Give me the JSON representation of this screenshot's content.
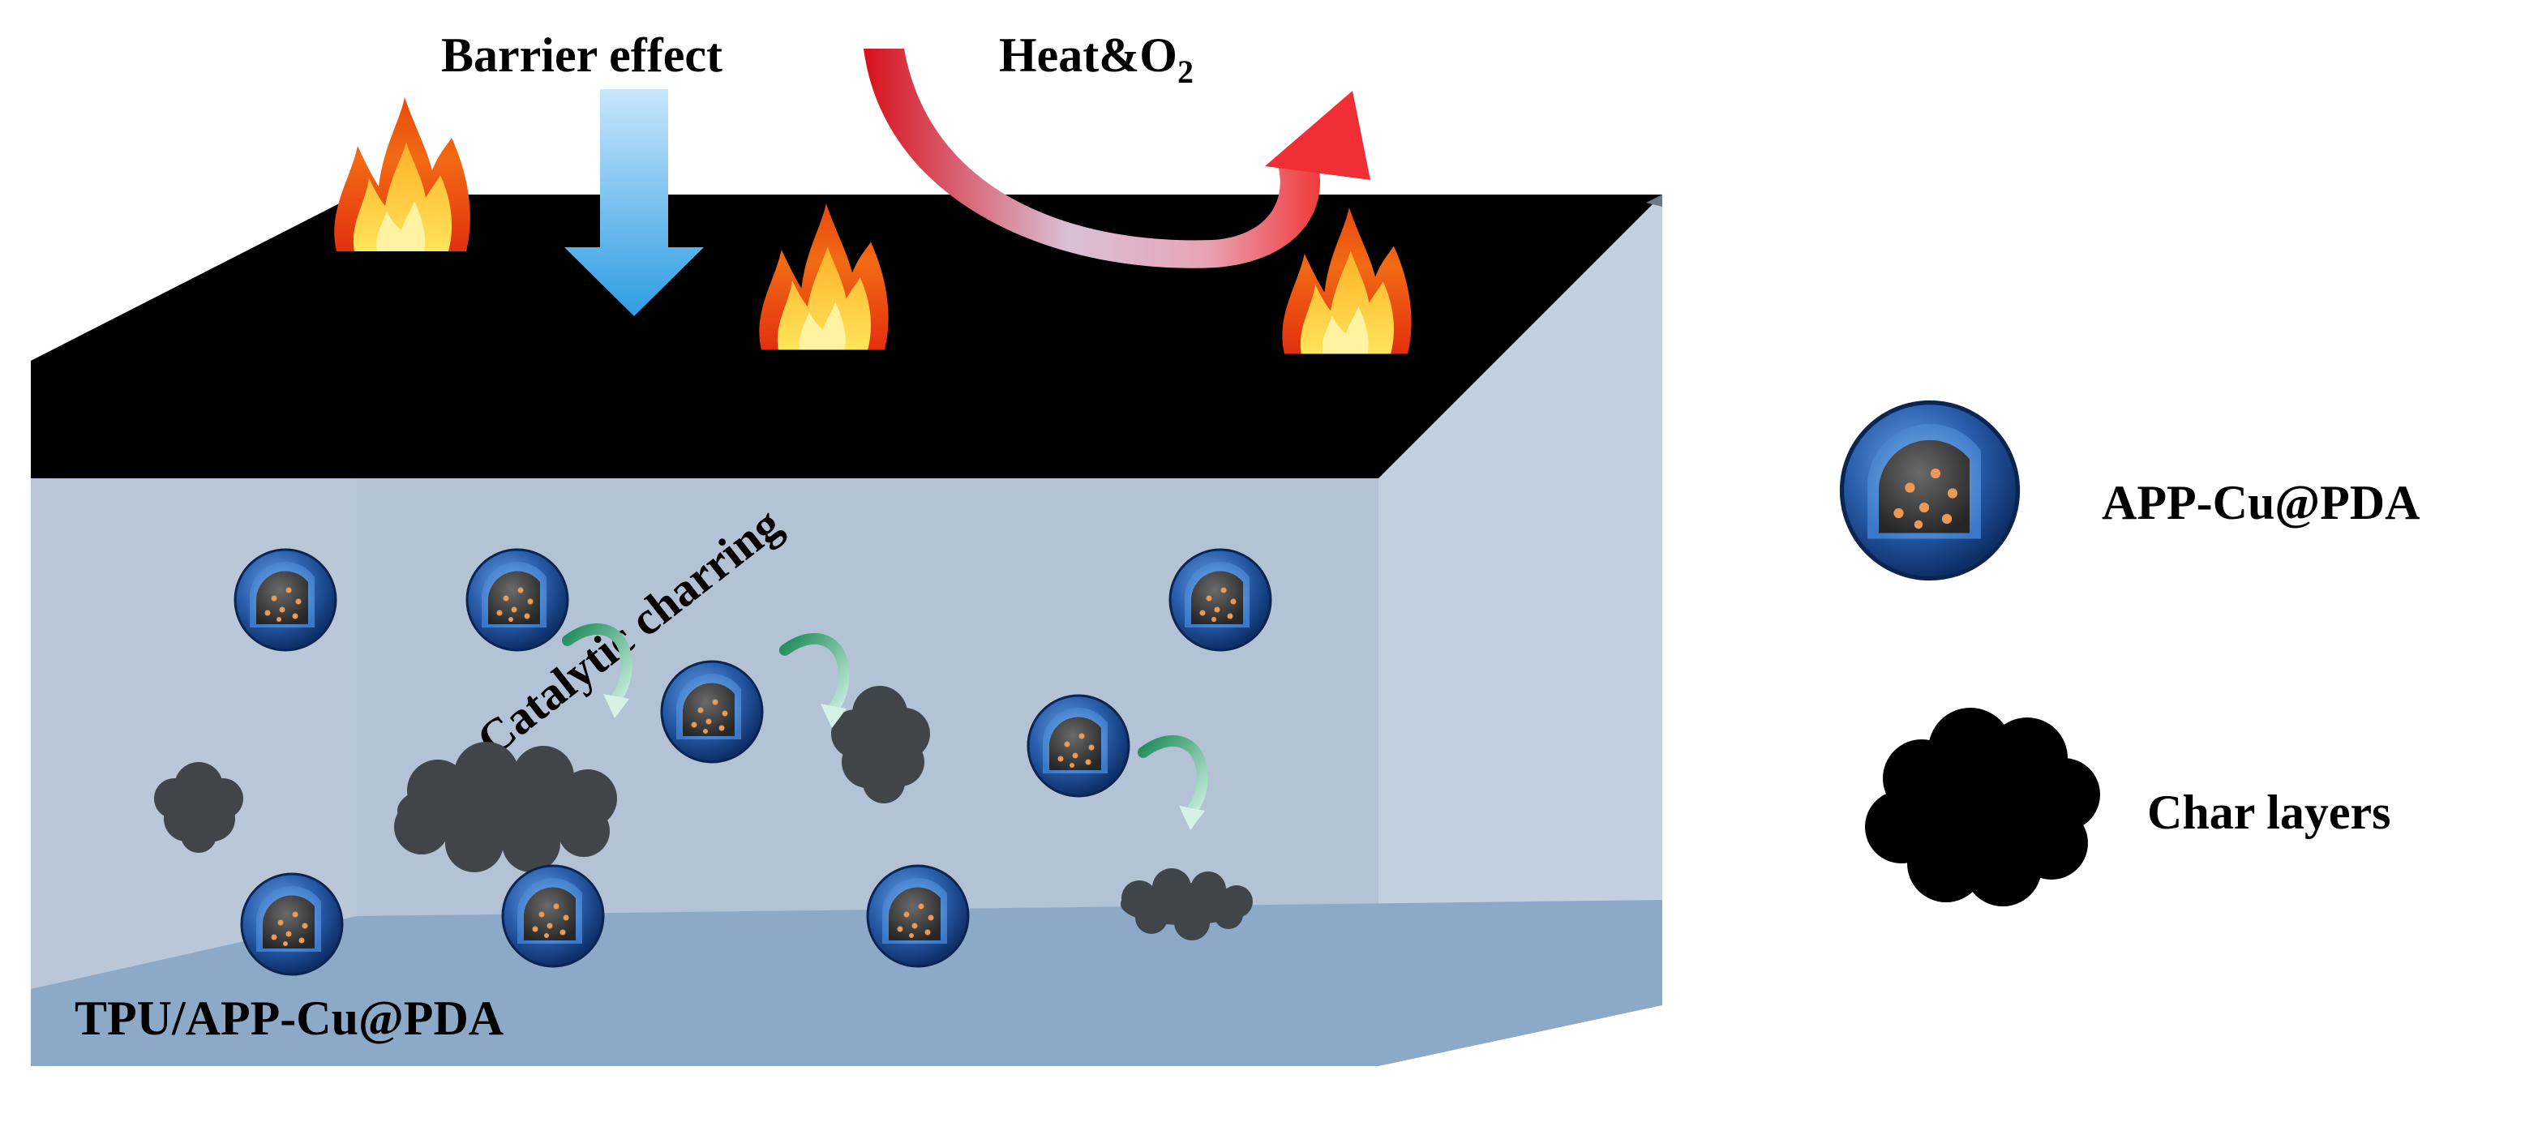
{
  "labels": {
    "barrier_effect": "Barrier effect",
    "heat_o2_main": "Heat&O",
    "heat_o2_sub": "2",
    "catalytic_charring": "Catalytic charring",
    "composite": "TPU/APP-Cu@PDA"
  },
  "legend": {
    "particle_label": "APP-Cu@PDA",
    "char_label": "Char layers"
  },
  "colors": {
    "top_face": "#000000",
    "front_face": "#b3c3d5",
    "front_bottom_band": "#8da9c8",
    "side_face": "#c3d0df",
    "shell_blue": "#1f4f96",
    "core_dark": "#3e3e3e",
    "core_dots": "#e89a56",
    "char_dark": "#3f4548",
    "char_legend": "#000000",
    "barrier_arrow": "#58b3ea",
    "heat_arrow_start": "#e0202a",
    "catalysis_arrow": "#2e9a6a"
  },
  "icons": [
    "flame-icon",
    "particle-icon",
    "char-cloud-icon",
    "barrier-arrow-icon",
    "heat-arrow-icon",
    "catalysis-arrow-icon"
  ]
}
